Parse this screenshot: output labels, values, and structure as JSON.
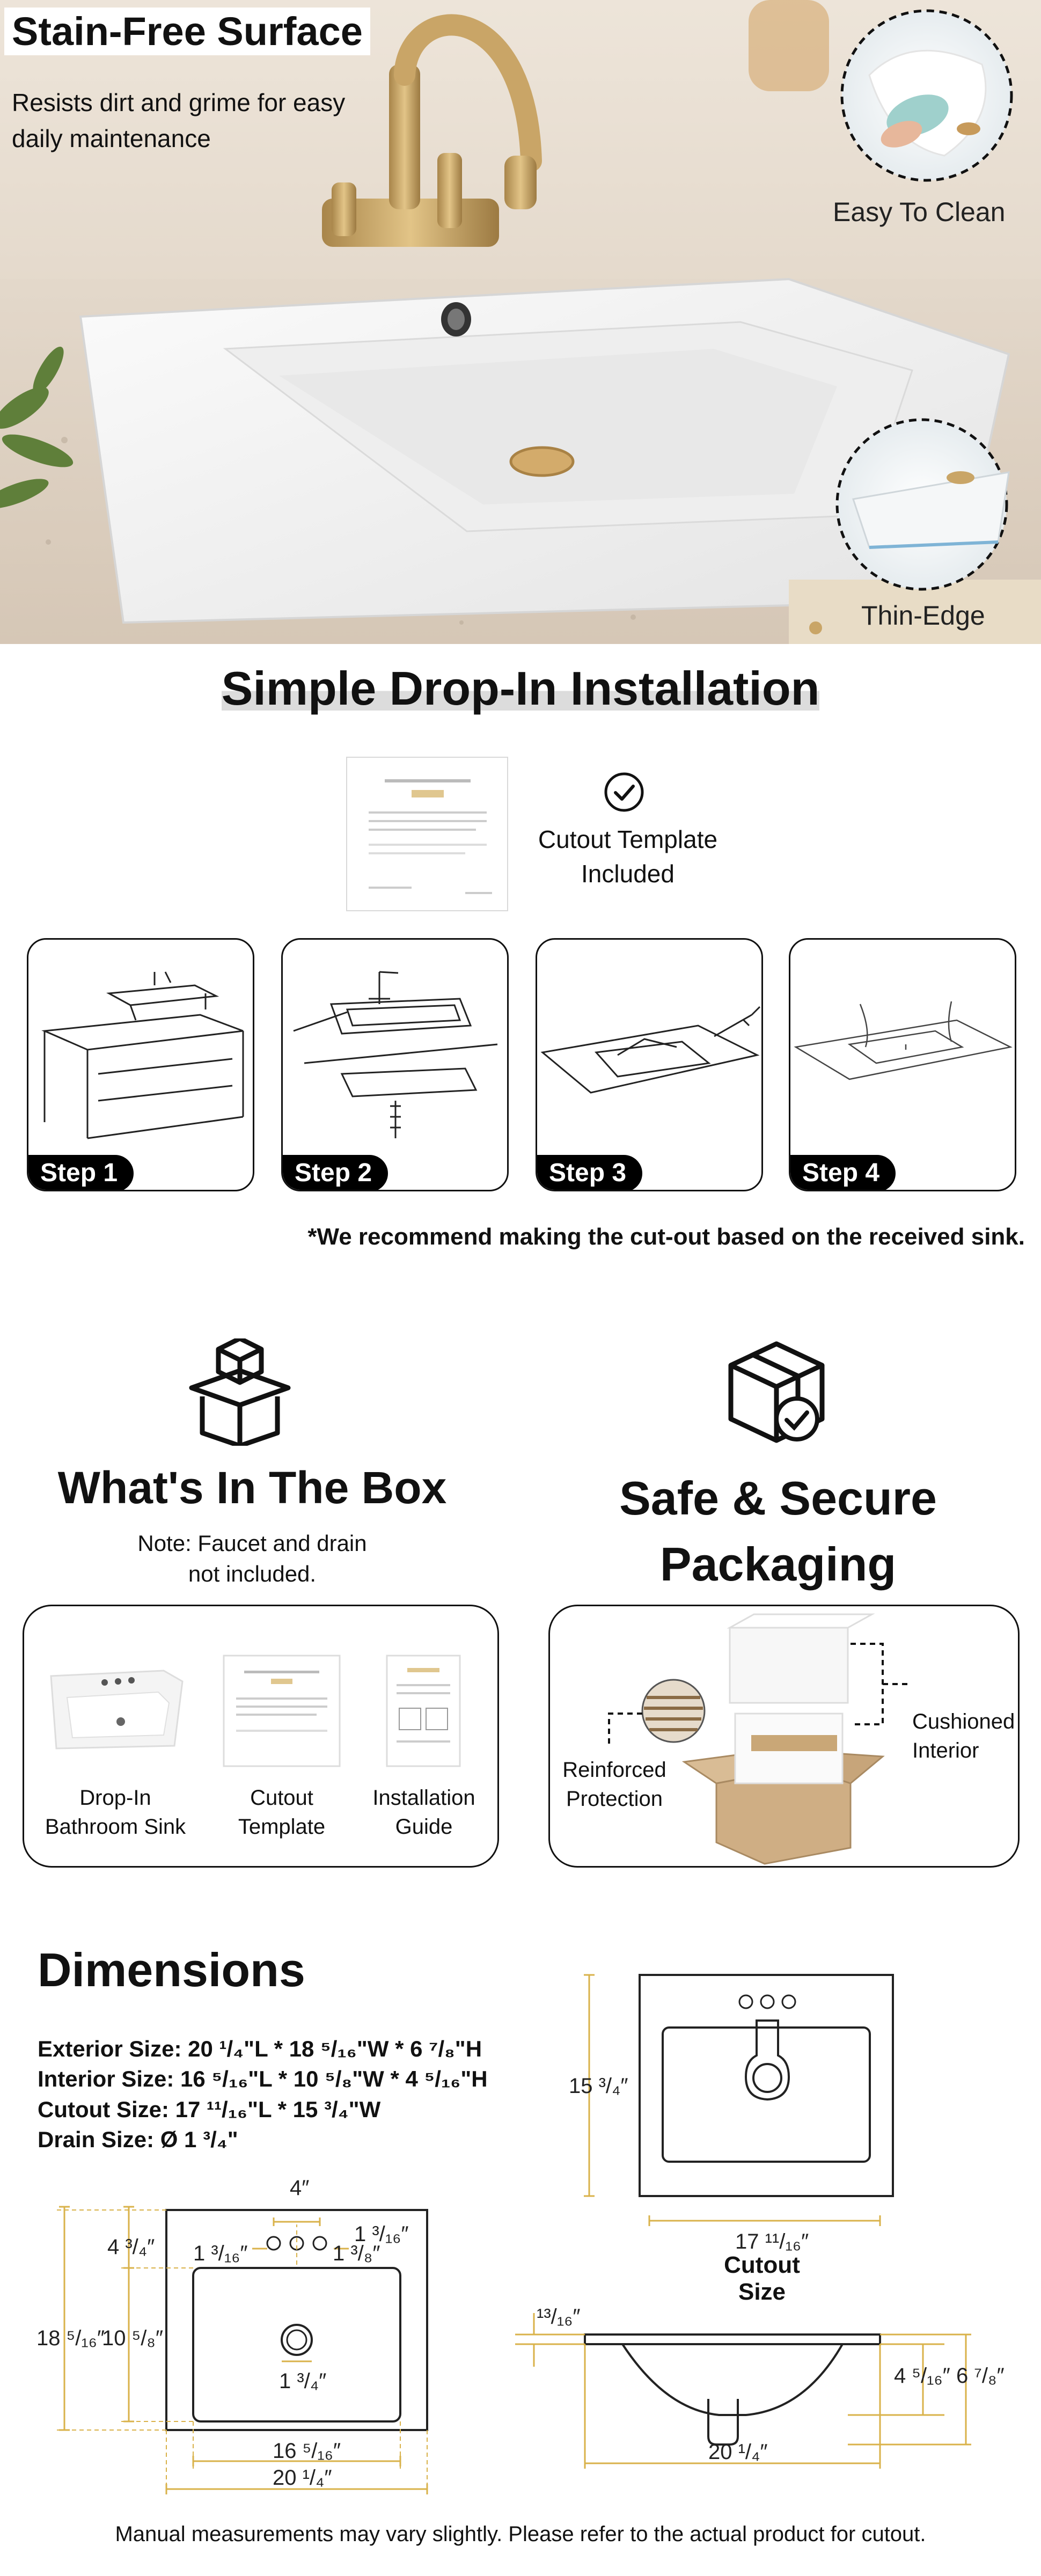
{
  "hero": {
    "title": "Stain-Free Surface",
    "subtitle_line1": "Resists dirt and grime for easy",
    "subtitle_line2": "daily maintenance",
    "callout_1": "Easy To Clean",
    "callout_2": "Thin-Edge"
  },
  "installation": {
    "title": "Simple Drop-In Installation",
    "template_label_line1": "Cutout Template",
    "template_label_line2": "Included",
    "steps": [
      "Step 1",
      "Step 2",
      "Step 3",
      "Step 4"
    ],
    "note": "*We recommend making the cut-out based on the received sink."
  },
  "box": {
    "title": "What's In The Box",
    "note_line1": "Note: Faucet and drain",
    "note_line2": "not included.",
    "items": [
      {
        "line1": "Drop-In",
        "line2": "Bathroom Sink"
      },
      {
        "line1": "Cutout",
        "line2": "Template"
      },
      {
        "line1": "Installation",
        "line2": "Guide"
      }
    ]
  },
  "packaging": {
    "title_line1": "Safe & Secure",
    "title_line2": "Packaging",
    "cushion_line1": "Cushioned",
    "cushion_line2": "Interior",
    "reinforced_line1": "Reinforced",
    "reinforced_line2": "Protection"
  },
  "dimensions": {
    "title": "Dimensions",
    "exterior": "Exterior Size: 20 ¹/₄\"L * 18 ⁵/₁₆\"W * 6 ⁷/₈\"H",
    "interior": "Interior Size: 16 ⁵/₁₆\"L * 10 ⁵/₈\"W * 4 ⁵/₁₆\"H",
    "cutout": "Cutout Size: 17 ¹¹/₁₆\"L * 15 ³/₄\"W",
    "drain": "Drain Size: Ø 1 ³/₄\"",
    "top_view": {
      "faucet_spread": "4″",
      "top_offset": "4 ³/₄″",
      "hole_left": "1 ³/₁₆″",
      "hole_right_a": "1 ³/₁₆″",
      "hole_right_b": "1 ³/₈″",
      "outer_width": "18 ⁵/₁₆″",
      "inner_width": "10 ⁵/₈″",
      "drain_dia": "1 ³/₄″",
      "inner_length": "16 ⁵/₁₆″",
      "outer_length": "20 ¹/₄″"
    },
    "cutout_view": {
      "height": "15 ³/₄″",
      "width": "17 ¹¹/₁₆″",
      "label": "Cutout Size"
    },
    "side_view": {
      "rim": "¹³/₁₆″",
      "bowl_depth": "4 ⁵/₁₆″",
      "total_height": "6 ⁷/₈″",
      "length": "20 ¹/₄″"
    },
    "footnote": "Manual measurements may vary slightly. Please refer to the actual product for cutout."
  },
  "colors": {
    "accent_gold": "#d9b24a",
    "ink": "#111111"
  }
}
